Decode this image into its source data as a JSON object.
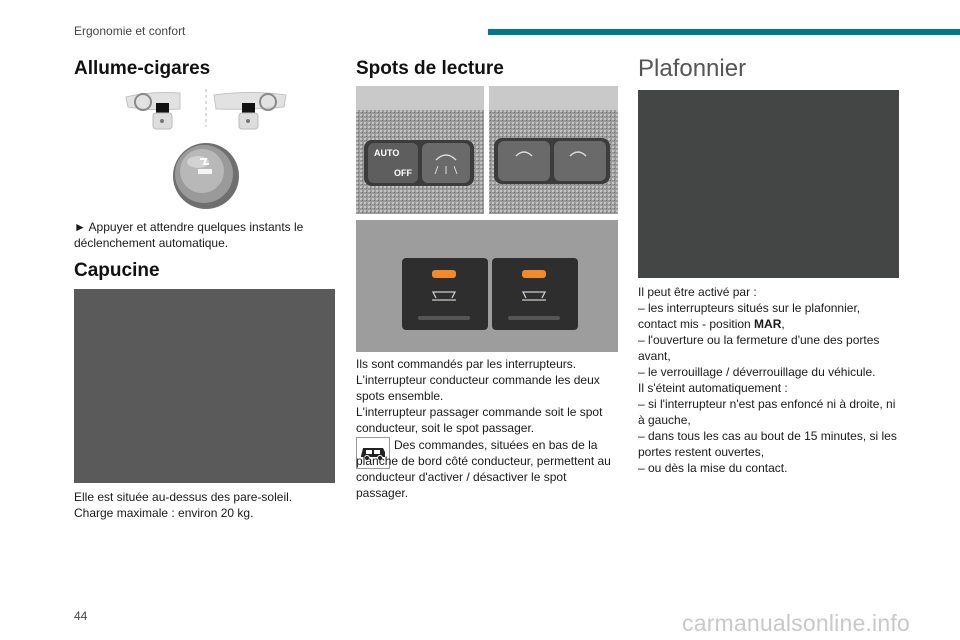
{
  "header": {
    "section_title": "Ergonomie et confort"
  },
  "colors": {
    "accent_bar": "#00788a"
  },
  "col1": {
    "title_cigar": "Allume-cigares",
    "cigar_instruction": "► Appuyer et attendre quelques instants le déclenchement automatique.",
    "title_capucine": "Capucine",
    "capucine_line1": "Elle est située au-dessus des pare-soleil.",
    "capucine_line2": "Charge maximale : environ 20 kg."
  },
  "col2": {
    "title": "Spots de lecture",
    "switch_auto": "AUTO",
    "switch_off": "OFF",
    "p1": "Ils sont commandés par les interrupteurs.",
    "p2": "L'interrupteur conducteur commande les deux spots ensemble.",
    "p3": "L'interrupteur passager commande soit le spot conducteur, soit le spot passager.",
    "p4": "Des commandes, situées en bas de la planche de bord côté conducteur, permettent au conducteur d'activer / désactiver le spot passager.",
    "van_icon": "van-icon"
  },
  "col3": {
    "title": "Plafonnier",
    "intro": "Il peut être activé par :",
    "item1_prefix": "–  les interrupteurs situés sur le plafonnier, contact mis - position ",
    "item1_bold": "MAR",
    "item1_suffix": ",",
    "item2": "–  l'ouverture ou la fermeture d'une des portes avant,",
    "item3": "–  le verrouillage / déverrouillage du véhicule.",
    "off_intro": "Il s'éteint automatiquement :",
    "off1": "–  si l'interrupteur n'est pas enfoncé ni à droite, ni à gauche,",
    "off2": "–  dans tous les cas au bout de 15 minutes, si les portes restent ouvertes,",
    "off3": "–  ou dès la mise du contact."
  },
  "footer": {
    "page_number": "44",
    "watermark": "carmanualsonline.info"
  }
}
